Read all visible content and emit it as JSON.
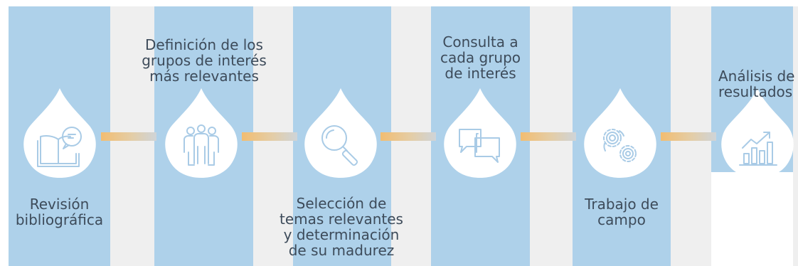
{
  "steps": [
    {
      "label": [
        "Revisión",
        "bibliográfica"
      ],
      "icon": "book-chat-icon"
    },
    {
      "label": [
        "Definición de los",
        "grupos de interés",
        "más relevantes"
      ],
      "icon": "people-group-icon"
    },
    {
      "label": [
        "Selección de",
        "temas relevantes",
        "y determinación",
        "de su madurez"
      ],
      "icon": "magnifier-icon"
    },
    {
      "label": [
        "Consulta a",
        "cada grupo",
        "de interés"
      ],
      "icon": "speech-bubbles-icon"
    },
    {
      "label": [
        "Trabajo de",
        "campo"
      ],
      "icon": "gears-icon"
    },
    {
      "label": [
        "Análisis de",
        "resultados"
      ],
      "icon": "bar-chart-growth-icon"
    }
  ],
  "colors": {
    "band_blue": "#aed1ea",
    "band_gray": "#efefef",
    "icon_stroke": "#a9cbe6",
    "connector_orange": "#f2bd71",
    "connector_gray": "#cfd4d8"
  }
}
